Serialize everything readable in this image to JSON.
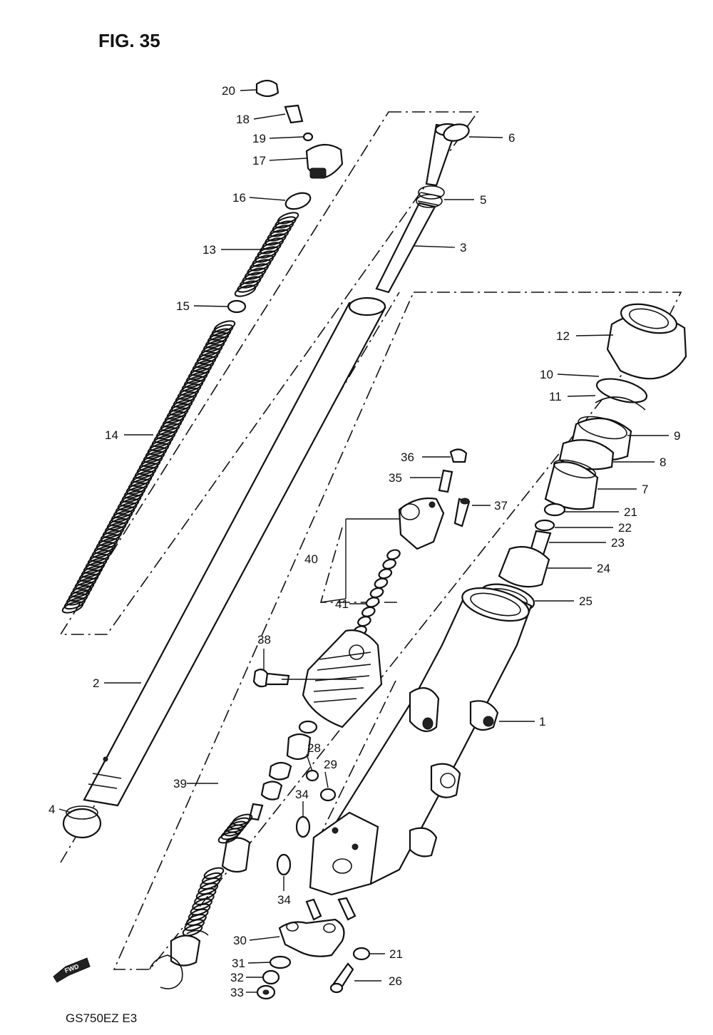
{
  "title": "FIG. 35",
  "footer": "GS750EZ E3",
  "fwd_label": "FWD",
  "callouts": [
    {
      "id": "c20",
      "text": "20"
    },
    {
      "id": "c18",
      "text": "18"
    },
    {
      "id": "c19",
      "text": "19"
    },
    {
      "id": "c17",
      "text": "17"
    },
    {
      "id": "c16",
      "text": "16"
    },
    {
      "id": "c13",
      "text": "13"
    },
    {
      "id": "c15",
      "text": "15"
    },
    {
      "id": "c14",
      "text": "14"
    },
    {
      "id": "c6",
      "text": "6"
    },
    {
      "id": "c5",
      "text": "5"
    },
    {
      "id": "c3",
      "text": "3"
    },
    {
      "id": "c12",
      "text": "12"
    },
    {
      "id": "c10",
      "text": "10"
    },
    {
      "id": "c11",
      "text": "11"
    },
    {
      "id": "c9",
      "text": "9"
    },
    {
      "id": "c8",
      "text": "8"
    },
    {
      "id": "c7",
      "text": "7"
    },
    {
      "id": "c21a",
      "text": "21"
    },
    {
      "id": "c22",
      "text": "22"
    },
    {
      "id": "c23",
      "text": "23"
    },
    {
      "id": "c24",
      "text": "24"
    },
    {
      "id": "c25",
      "text": "25"
    },
    {
      "id": "c36",
      "text": "36"
    },
    {
      "id": "c35",
      "text": "35"
    },
    {
      "id": "c37",
      "text": "37"
    },
    {
      "id": "c40",
      "text": "40"
    },
    {
      "id": "c41",
      "text": "41"
    },
    {
      "id": "c38",
      "text": "38"
    },
    {
      "id": "c2",
      "text": "2"
    },
    {
      "id": "c1",
      "text": "1"
    },
    {
      "id": "c28",
      "text": "28"
    },
    {
      "id": "c29",
      "text": "29"
    },
    {
      "id": "c39",
      "text": "39"
    },
    {
      "id": "c34a",
      "text": "34"
    },
    {
      "id": "c4",
      "text": "4"
    },
    {
      "id": "c34b",
      "text": "34"
    },
    {
      "id": "c30",
      "text": "30"
    },
    {
      "id": "c31",
      "text": "31"
    },
    {
      "id": "c32",
      "text": "32"
    },
    {
      "id": "c33",
      "text": "33"
    },
    {
      "id": "c21b",
      "text": "21"
    },
    {
      "id": "c26",
      "text": "26"
    }
  ]
}
